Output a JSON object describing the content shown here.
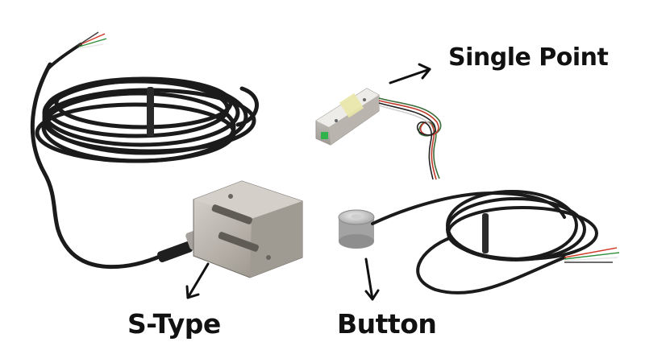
{
  "labels": {
    "single_point": "Single Point",
    "s_type": "S-Type",
    "button": "Button"
  },
  "colors": {
    "cable": "#1b1b1b",
    "metal_light": "#c9c5bf",
    "metal_dark": "#8d8880",
    "text": "#111111"
  }
}
